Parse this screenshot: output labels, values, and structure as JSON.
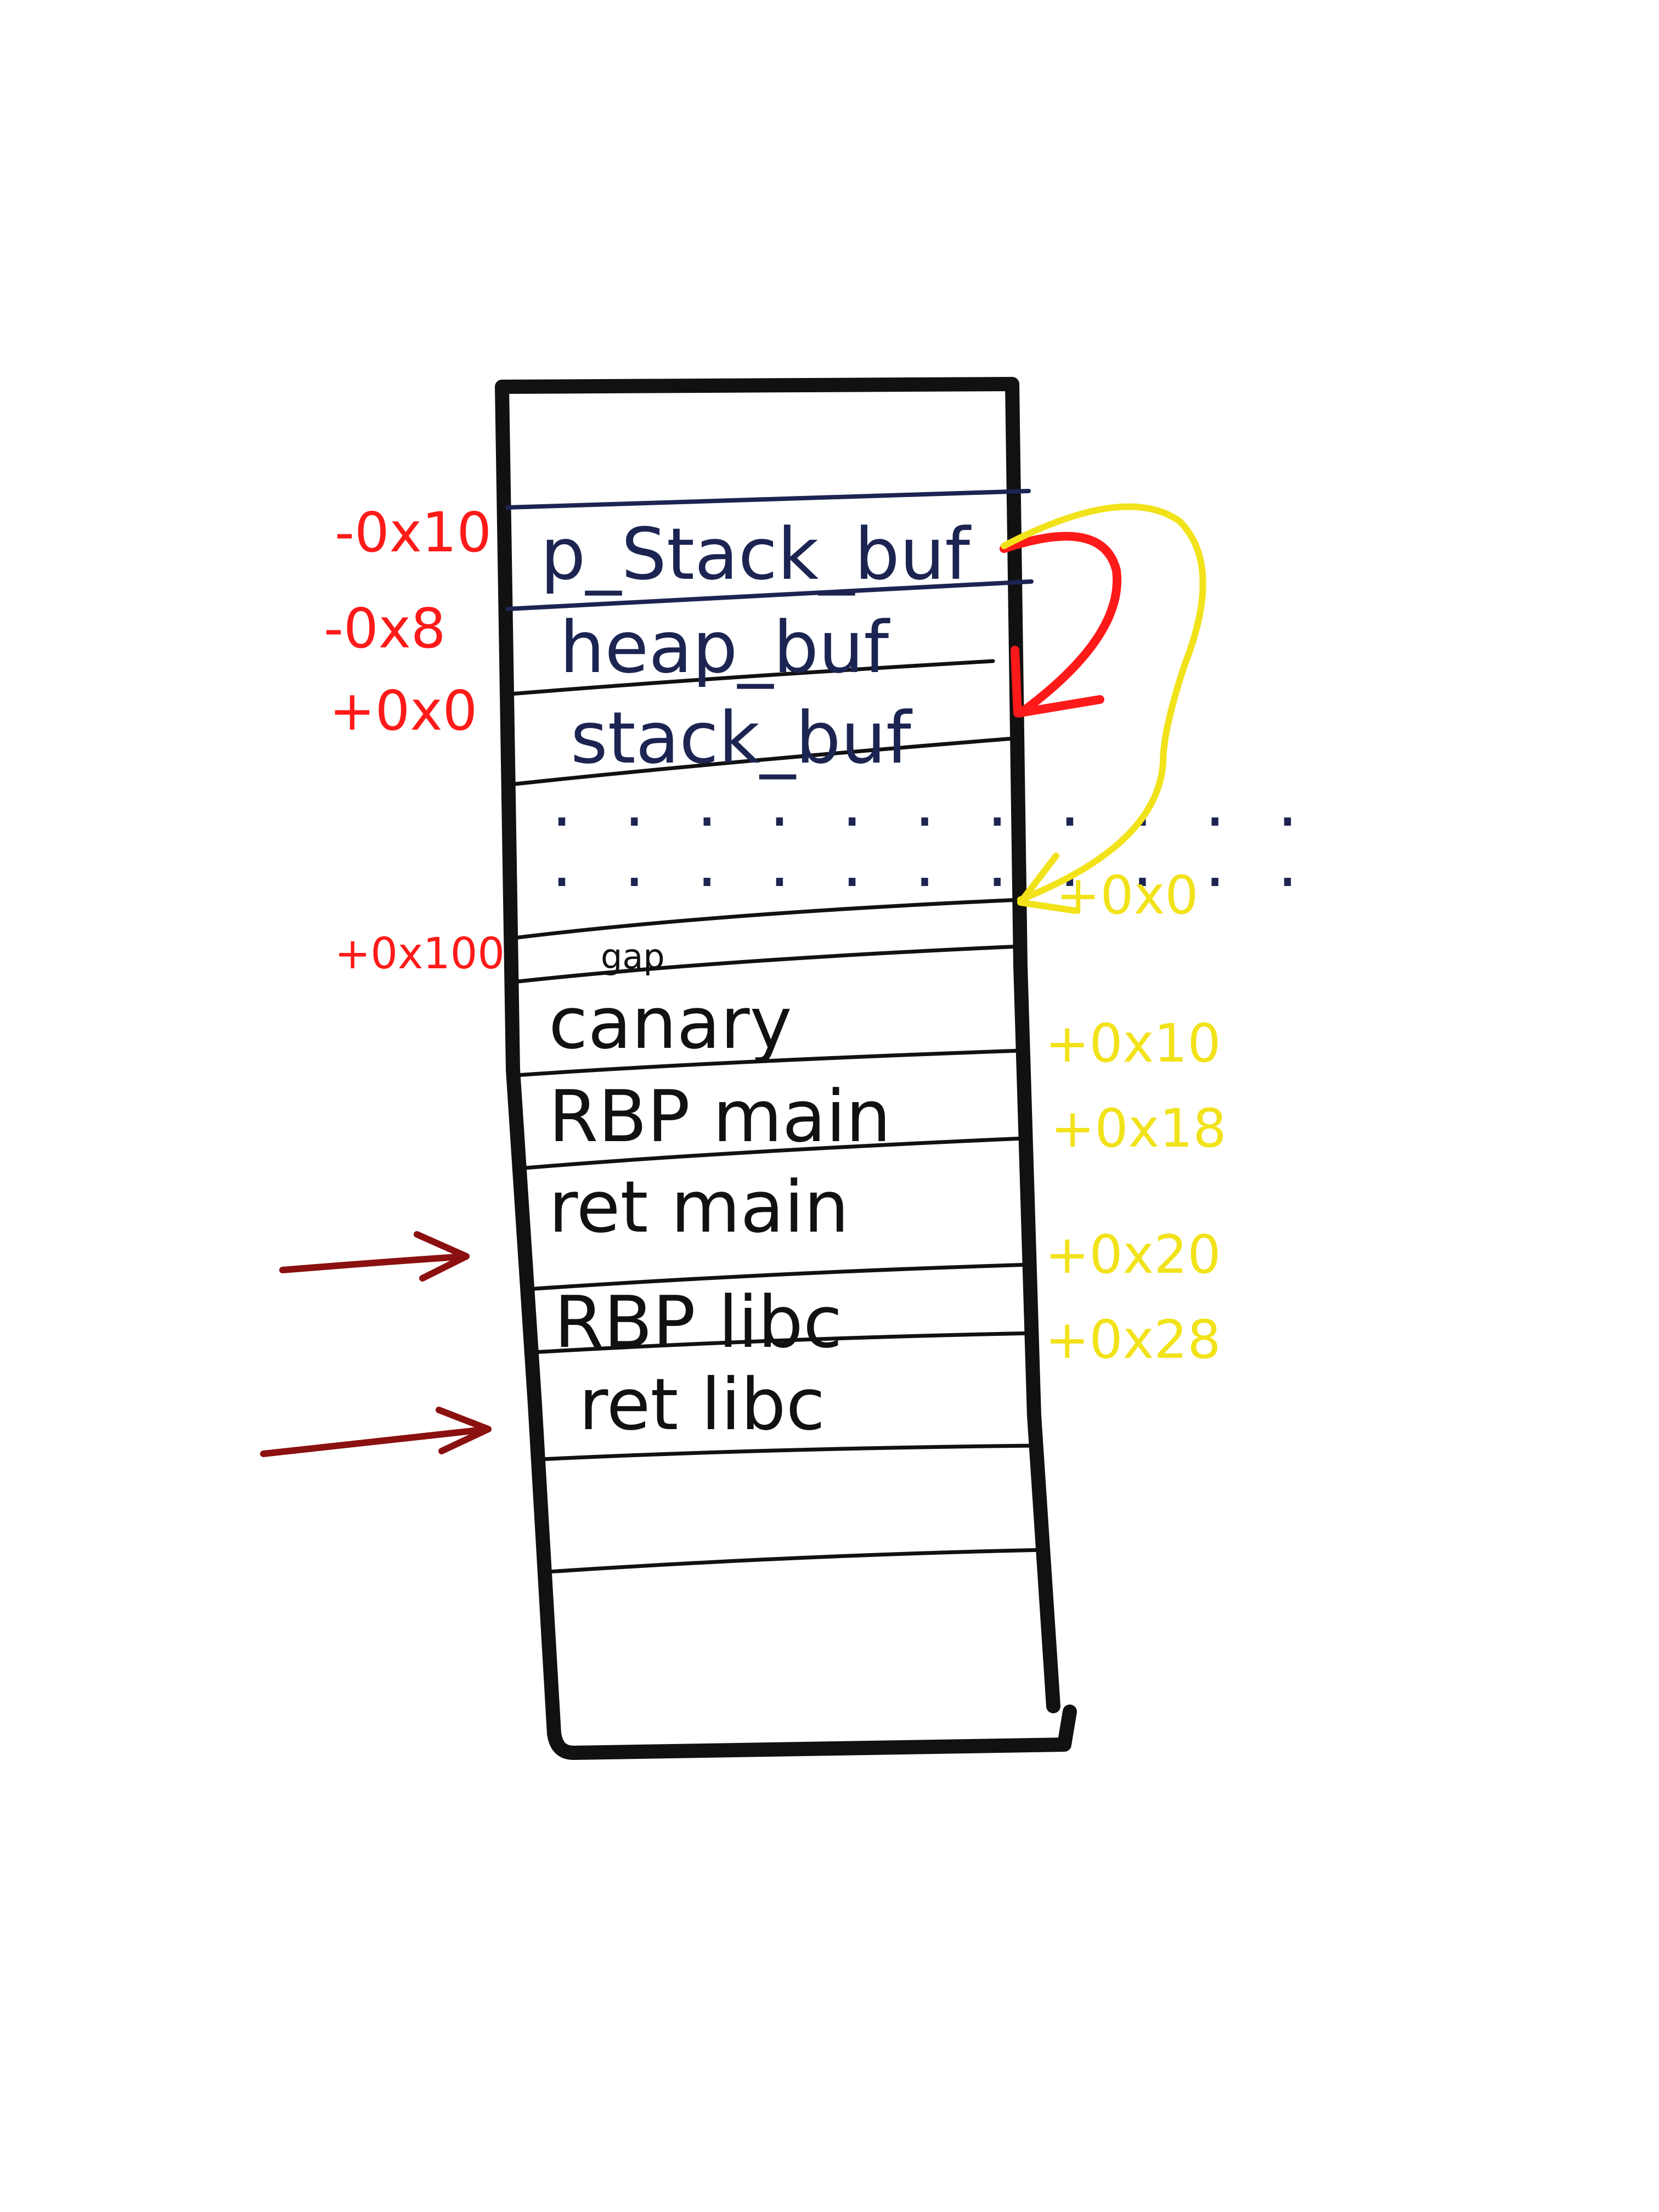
{
  "diagram": {
    "cells": {
      "p_stack_buf": "p_Stack_buf",
      "heap_buf": "heap_buf",
      "stack_buf": "stack_buf",
      "dots_1": ". . .  . . . . . .  . .",
      "dots_2": ". . .  . . . . . . .  .",
      "gap": "gap",
      "canary": "canary",
      "rbp_main": "RBP main",
      "ret_main": "ret main",
      "rbp_libc": "RBP libc",
      "ret_libc": "ret libc"
    },
    "left_offsets": {
      "p_stack_buf": "-0x10",
      "heap_buf": "-0x8",
      "stack_buf": "+0x0",
      "gap": "+0x100"
    },
    "right_offsets": {
      "dots": "+0x0",
      "canary": "+0x10",
      "rbp_main": "+0x18",
      "ret_main": "+0x20",
      "rbp_libc": "+0x28"
    },
    "colors": {
      "frame": "#111111",
      "navy_ink": "#1c2452",
      "red_offsets": "#ff1a1a",
      "yellow_offsets": "#f2e21a",
      "dark_red_arrows": "#8b1010"
    }
  }
}
